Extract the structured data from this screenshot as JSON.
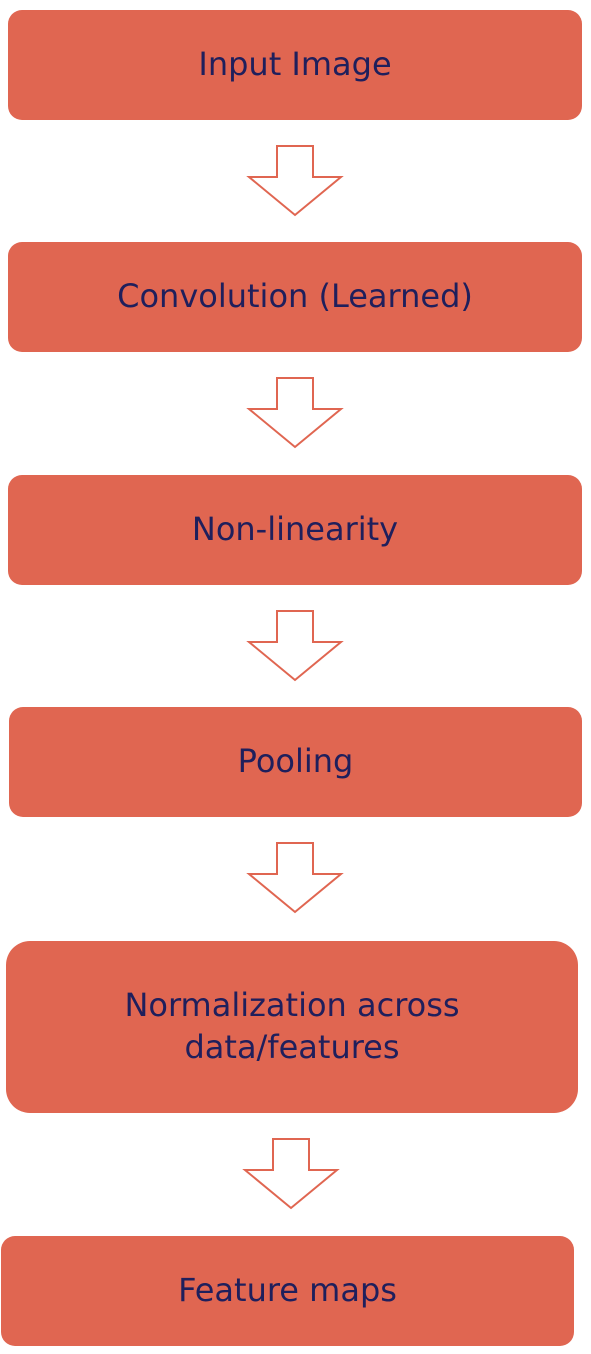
{
  "colors": {
    "box_fill": "#e06651",
    "text": "#1f1f5c",
    "arrow_outline": "#e06651",
    "arrow_fill": "#ffffff"
  },
  "steps": [
    {
      "label": "Input Image"
    },
    {
      "label": "Convolution (Learned)"
    },
    {
      "label": "Non-linearity"
    },
    {
      "label": "Pooling"
    },
    {
      "label": "Normalization across data/features"
    },
    {
      "label": "Feature maps"
    }
  ]
}
